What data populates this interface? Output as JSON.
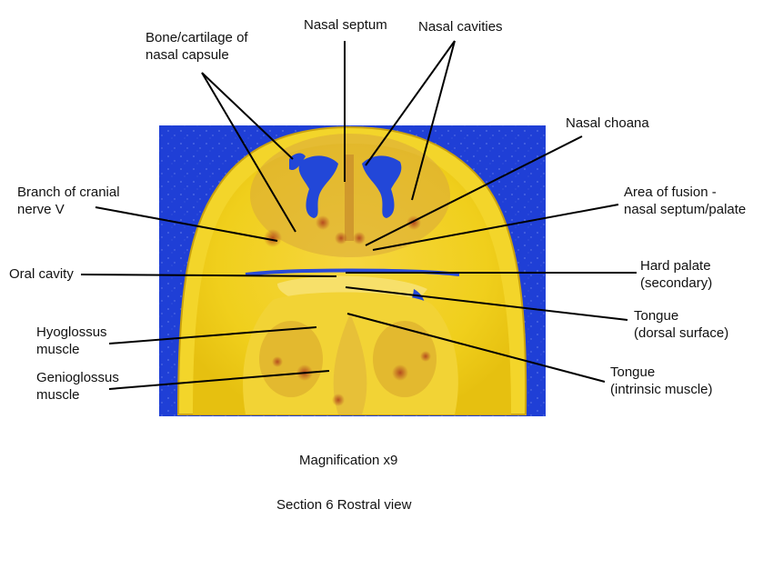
{
  "labels": {
    "bone_cartilage": [
      "Bone/cartilage of",
      "nasal capsule"
    ],
    "nasal_septum": [
      "Nasal septum"
    ],
    "nasal_cavities": [
      "Nasal cavities"
    ],
    "nasal_choana": [
      "Nasal choana"
    ],
    "cranial_nerve": [
      "Branch of cranial",
      "nerve V"
    ],
    "area_fusion": [
      "Area of fusion -",
      "nasal septum/palate"
    ],
    "oral_cavity": [
      "Oral cavity"
    ],
    "hard_palate": [
      "Hard palate",
      "(secondary)"
    ],
    "hyoglossus": [
      "Hyoglossus",
      "muscle"
    ],
    "tongue_dorsal": [
      "Tongue",
      "(dorsal surface)"
    ],
    "genioglossus": [
      "Genioglossus",
      "muscle"
    ],
    "tongue_intrinsic": [
      "Tongue",
      "(intrinsic muscle)"
    ]
  },
  "captions": {
    "magnification": "Magnification x9",
    "section": "Section 6 Rostral view"
  },
  "colors": {
    "background": "#1f3fd6",
    "tissue": "#f0d214",
    "tissue_dark": "#d29a14",
    "leader": "#000000"
  }
}
